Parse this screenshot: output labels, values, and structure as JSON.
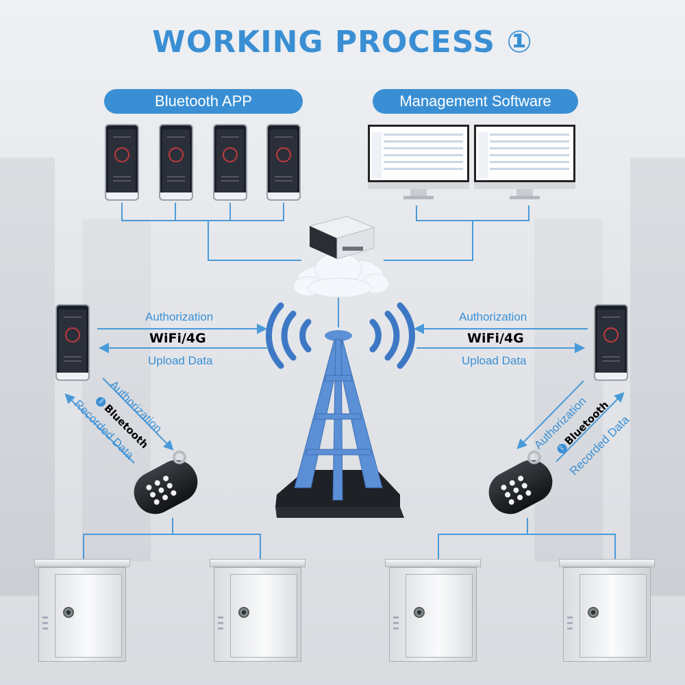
{
  "title": "WORKING PROCESS ①",
  "pills": {
    "bluetooth_app": "Bluetooth APP",
    "management_software": "Management Software"
  },
  "left_link": {
    "authorization": "Authorization",
    "channel": "WiFi/4G",
    "upload": "Upload Data"
  },
  "right_link": {
    "authorization": "Authorization",
    "channel": "WiFi/4G",
    "upload": "Upload Data"
  },
  "left_bluetooth": {
    "authorization": "Authorization",
    "bluetooth": "Bluetooth",
    "recorded": "Recorded Data"
  },
  "right_bluetooth": {
    "authorization": "Authorization",
    "bluetooth": "Bluetooth",
    "recorded": "Recorded Data"
  },
  "colors": {
    "accent": "#3a8fd4",
    "line": "#4a9ad8",
    "tower": "#5b8fd6"
  }
}
